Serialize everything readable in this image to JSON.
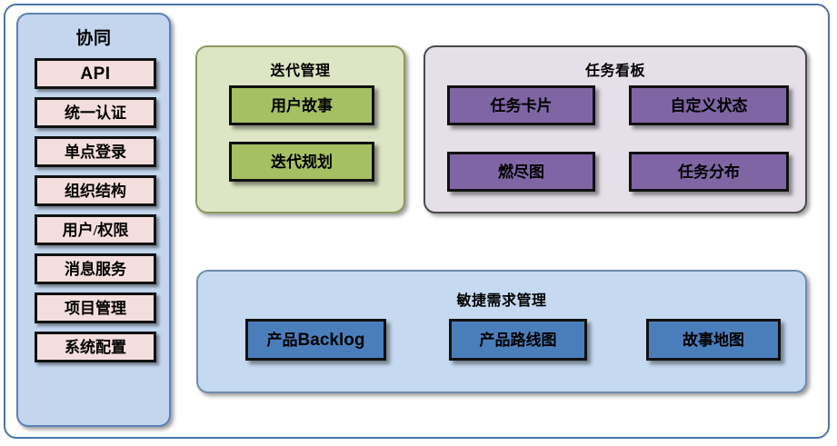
{
  "diagram": {
    "title_hidden": "",
    "colors": {
      "outer_border": "#4a74a8",
      "sidebar_bg": "#c3d6ee",
      "sidebar_chip": "#f4dedd",
      "iteration_bg": "#dde5c4",
      "iteration_card": "#a5bf63",
      "taskboard_bg": "#e5dfea",
      "taskboard_card": "#8065a5",
      "agile_bg": "#c5d9f1",
      "agile_card": "#4a7ebb"
    }
  },
  "sidebar": {
    "title": "协同",
    "items": [
      {
        "label": "API",
        "script": "latin"
      },
      {
        "label": "统一认证",
        "script": "han"
      },
      {
        "label": "单点登录",
        "script": "han"
      },
      {
        "label": "组织结构",
        "script": "han"
      },
      {
        "label": "用户/权限",
        "script": "han"
      },
      {
        "label": "消息服务",
        "script": "han"
      },
      {
        "label": "项目管理",
        "script": "han"
      },
      {
        "label": "系统配置",
        "script": "han"
      }
    ]
  },
  "iteration": {
    "title": "迭代管理",
    "cards": [
      {
        "label": "用户故事"
      },
      {
        "label": "迭代规划"
      }
    ]
  },
  "taskboard": {
    "title": "任务看板",
    "cards": [
      {
        "label": "任务卡片"
      },
      {
        "label": "自定义状态"
      },
      {
        "label": "燃尽图"
      },
      {
        "label": "任务分布"
      }
    ]
  },
  "agile": {
    "title": "敏捷需求管理",
    "cards": [
      {
        "label": "产品Backlog",
        "han_part": "产品",
        "latin_part": "Backlog",
        "mixed": true
      },
      {
        "label": "产品路线图",
        "mixed": false
      },
      {
        "label": "故事地图",
        "mixed": false
      }
    ]
  }
}
